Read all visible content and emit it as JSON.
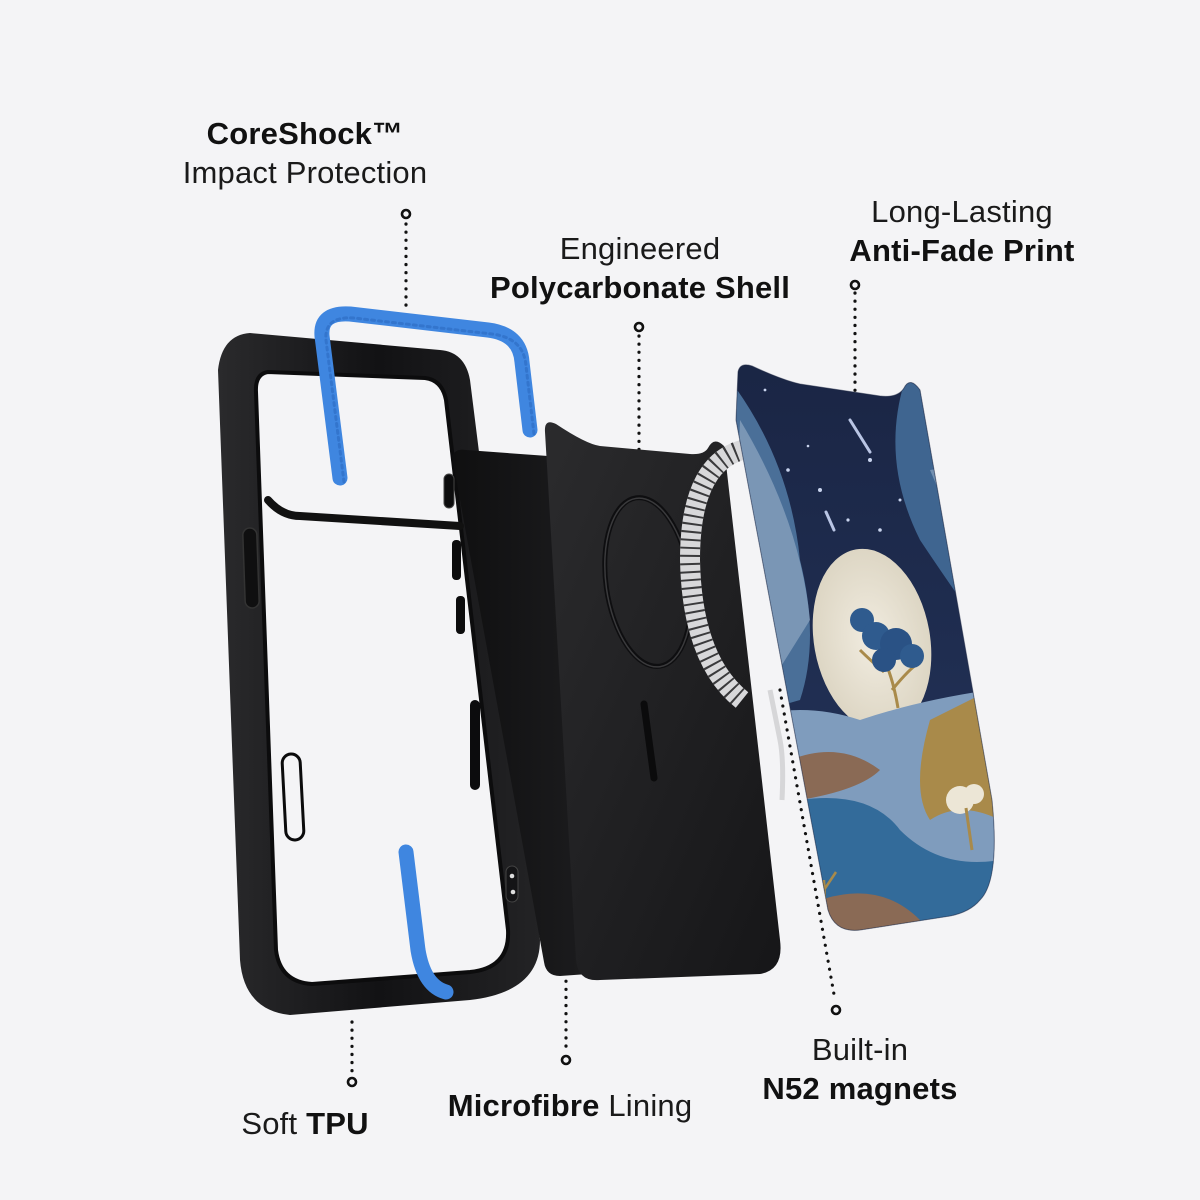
{
  "features": [
    {
      "id": "coreshock",
      "line1": "CoreShock™",
      "line1_weight": "bold",
      "line2": "Impact Protection",
      "line2_weight": "light"
    },
    {
      "id": "polycarbonate",
      "line1": "Engineered",
      "line1_weight": "light",
      "line2": "Polycarbonate Shell",
      "line2_weight": "bold"
    },
    {
      "id": "anti-fade",
      "line1": "Long-Lasting",
      "line1_weight": "light",
      "line2": "Anti-Fade Print",
      "line2_weight": "bold"
    },
    {
      "id": "tpu",
      "prefix": "Soft ",
      "emphasis": "TPU"
    },
    {
      "id": "microfibre",
      "emphasis": "Microfibre",
      "suffix": " Lining"
    },
    {
      "id": "magnets",
      "line1": "Built-in",
      "line1_weight": "light",
      "line2": "N52 magnets",
      "line2_weight": "bold"
    }
  ],
  "colors": {
    "background": "#f4f4f6",
    "bumper_black": "#1c1c1e",
    "coreshock_blue": "#3f86e0",
    "shell_black": "#232325",
    "print_night": "#1e2b4a",
    "print_blue": "#3b6a99",
    "moon": "#e9e4d6",
    "earth_brown": "#8a6a55",
    "gold": "#a98a4a"
  },
  "illustration": {
    "layers": [
      "Soft TPU bumper frame",
      "CoreShock corner inserts",
      "Microfibre lining",
      "Polycarbonate shell with MagSafe ring",
      "Printed artwork back"
    ]
  }
}
